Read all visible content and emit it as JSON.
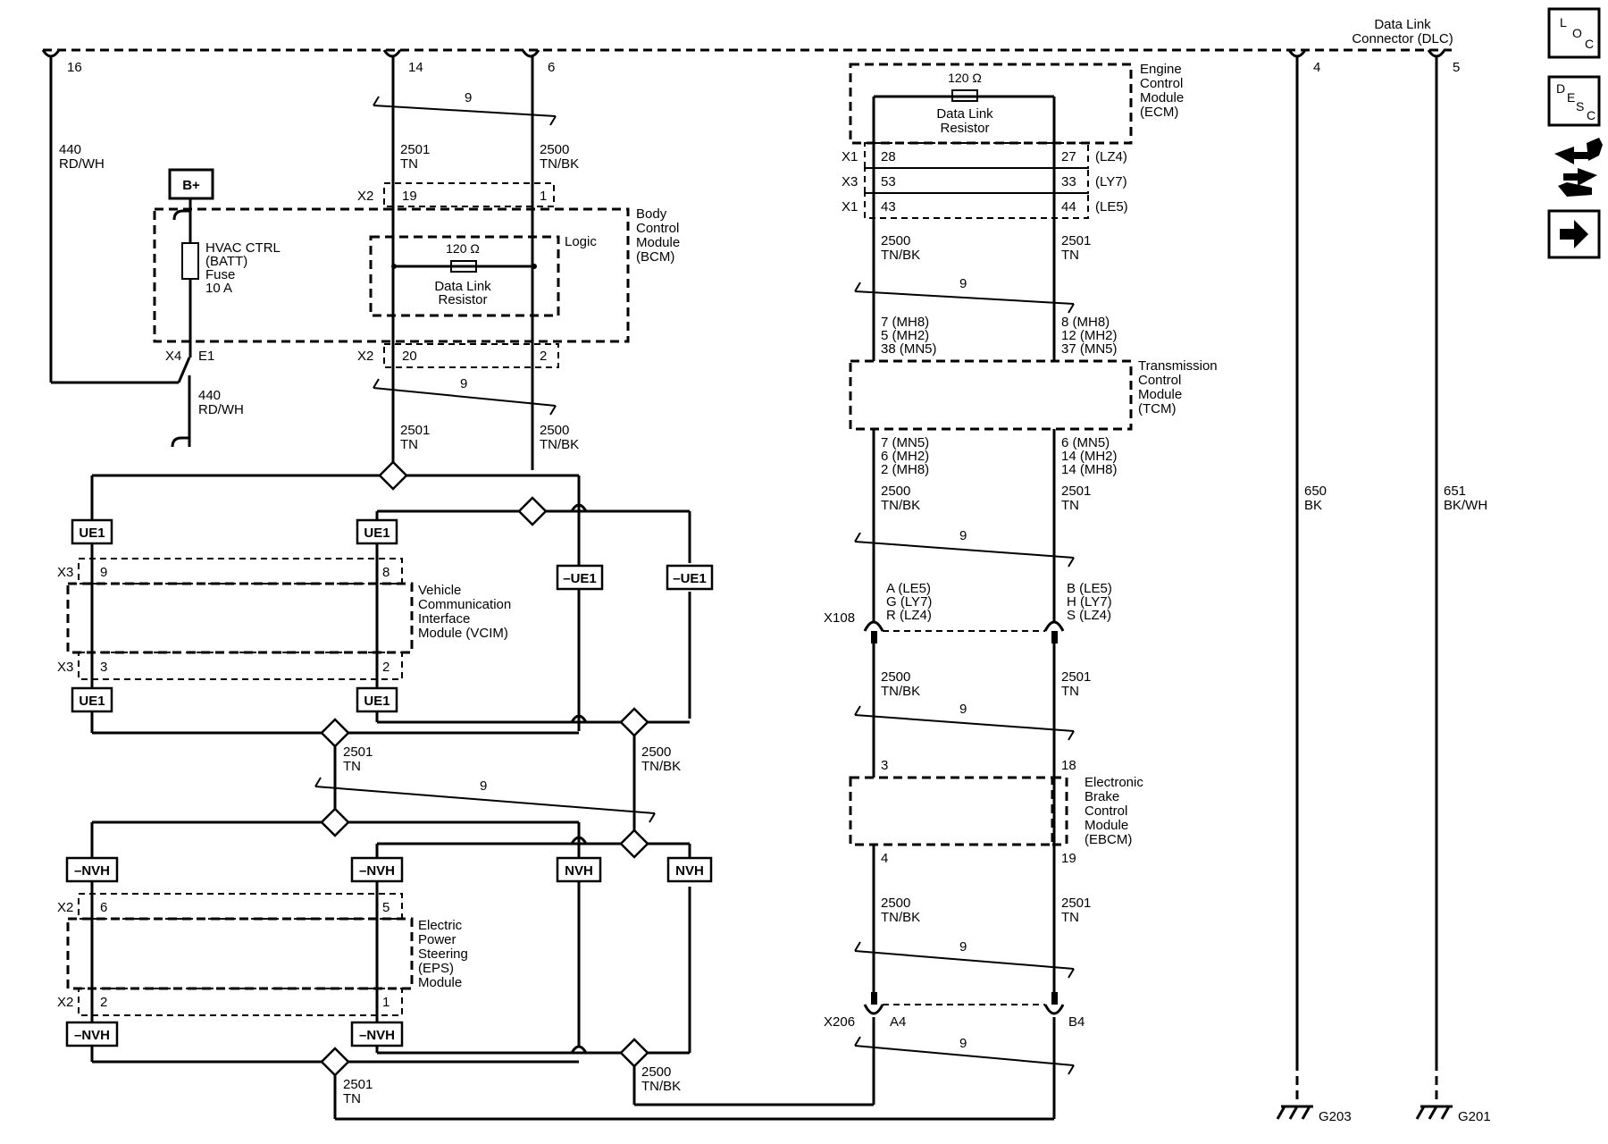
{
  "dlc": {
    "title1": "Data Link",
    "title2": "Connector (DLC)",
    "pins": [
      "16",
      "14",
      "6",
      "4",
      "5"
    ]
  },
  "side_icons": [
    {
      "name": "location-icon",
      "letters": [
        "L",
        "O",
        "C"
      ]
    },
    {
      "name": "description-icon",
      "letters": [
        "D",
        "E",
        "S",
        "C"
      ]
    },
    {
      "name": "repair-tools-icon",
      "letters": []
    },
    {
      "name": "next-arrow-icon",
      "letters": []
    }
  ],
  "bplus": "B+",
  "fuse": {
    "l1": "HVAC CTRL",
    "l2": "(BATT)",
    "l3": "Fuse",
    "l4": "10 A",
    "conn": "X4",
    "pin": "E1"
  },
  "circuits": {
    "c440": "440",
    "c440_color": "RD/WH",
    "c2501": "2501",
    "c2501_color": "TN",
    "c2500": "2500",
    "c2500_color": "TN/BK",
    "c650": "650",
    "c650_color": "BK",
    "c651": "651",
    "c651_color": "BK/WH",
    "twist": "9"
  },
  "bcm": {
    "name1": "Body",
    "name2": "Control",
    "name3": "Module",
    "name4": "(BCM)",
    "logic": "Logic",
    "res_value": "120 Ω",
    "res1": "Data Link",
    "res2": "Resistor",
    "conn": "X2",
    "pins": [
      "19",
      "1",
      "20",
      "2"
    ]
  },
  "options": {
    "ue1": "UE1",
    "not_ue1": "–UE1",
    "nvh": "NVH",
    "not_nvh": "–NVH"
  },
  "vcim": {
    "name1": "Vehicle",
    "name2": "Communication",
    "name3": "Interface",
    "name4": "Module (VCIM)",
    "conn": "X3",
    "pins": [
      "9",
      "8",
      "3",
      "2"
    ]
  },
  "eps": {
    "name1": "Electric",
    "name2": "Power",
    "name3": "Steering",
    "name4": "(EPS)",
    "name5": "Module",
    "conn": "X2",
    "pins": [
      "6",
      "5",
      "2",
      "1"
    ]
  },
  "ecm": {
    "name1": "Engine",
    "name2": "Control",
    "name3": "Module",
    "name4": "(ECM)",
    "res_value": "120 Ω",
    "res1": "Data Link",
    "res2": "Resistor",
    "rows": [
      {
        "conn": "X1",
        "left": "28",
        "right": "27",
        "opt": "(LZ4)"
      },
      {
        "conn": "X3",
        "left": "53",
        "right": "33",
        "opt": "(LY7)"
      },
      {
        "conn": "X1",
        "left": "43",
        "right": "44",
        "opt": "(LE5)"
      }
    ]
  },
  "tcm": {
    "name1": "Transmission",
    "name2": "Control",
    "name3": "Module",
    "name4": "(TCM)",
    "top_left": [
      "7 (MH8)",
      "5 (MH2)",
      "38 (MN5)"
    ],
    "top_right": [
      "8 (MH8)",
      "12 (MH2)",
      "37 (MN5)"
    ],
    "bot_left": [
      "7 (MN5)",
      "6 (MH2)",
      "2 (MH8)"
    ],
    "bot_right": [
      "6 (MN5)",
      "14 (MH2)",
      "14 (MH8)"
    ]
  },
  "x108": {
    "conn": "X108",
    "left": [
      "A (LE5)",
      "G (LY7)",
      "R (LZ4)"
    ],
    "right": [
      "B (LE5)",
      "H (LY7)",
      "S (LZ4)"
    ]
  },
  "ebcm": {
    "name1": "Electronic",
    "name2": "Brake",
    "name3": "Control",
    "name4": "Module",
    "name5": "(EBCM)",
    "pins": [
      "3",
      "18",
      "4",
      "19"
    ]
  },
  "x206": {
    "conn": "X206",
    "left": "A4",
    "right": "B4"
  },
  "grounds": [
    "G203",
    "G201"
  ]
}
